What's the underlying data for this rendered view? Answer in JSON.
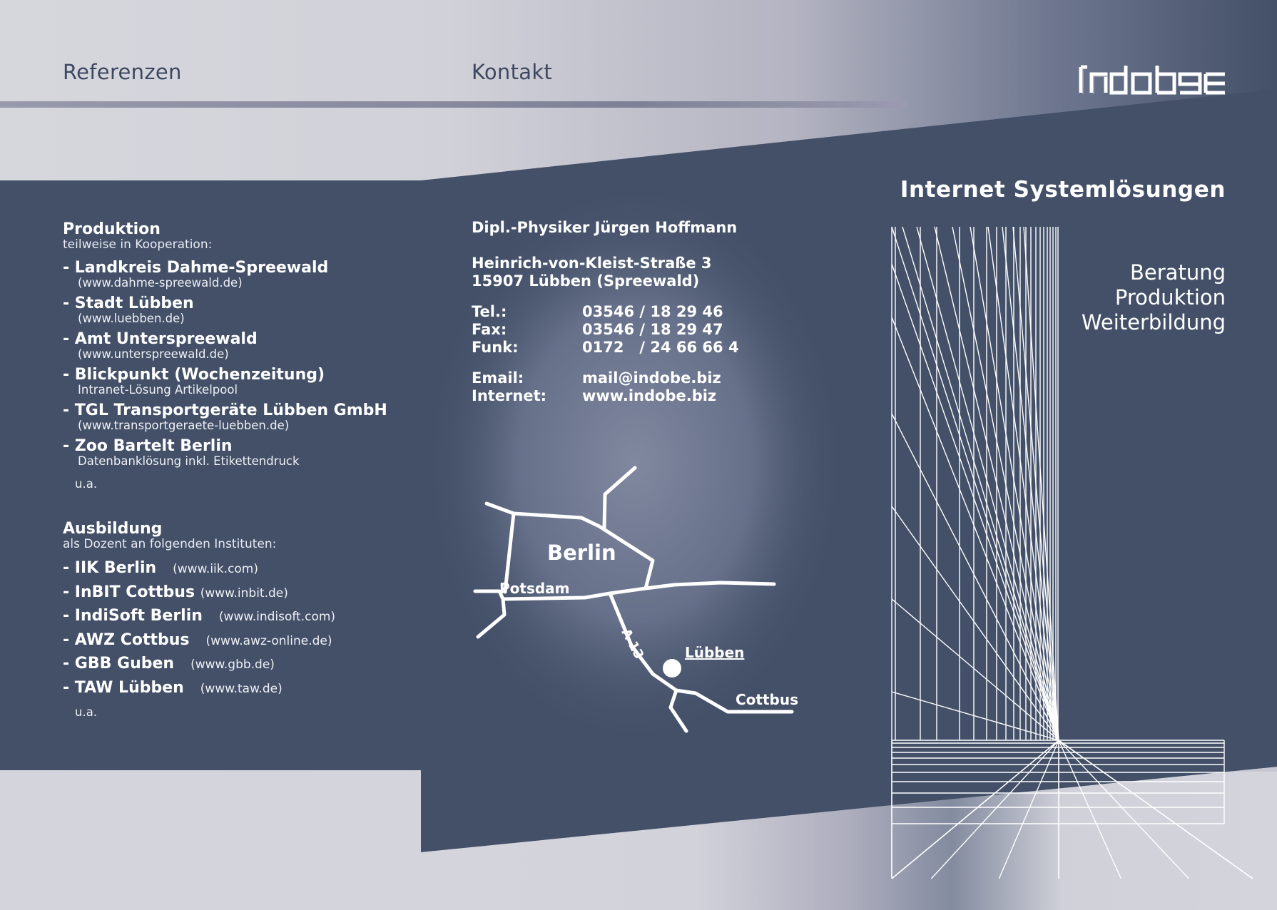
{
  "nav": {
    "left": "Referenzen",
    "middle": "Kontakt"
  },
  "logo": {
    "text": "indobe",
    "color": "#ffffff"
  },
  "colors": {
    "navy": "#435068",
    "light": "#d4d4dc",
    "white": "#ffffff"
  },
  "produktion": {
    "title": "Produktion",
    "subtitle": "teilweise in Kooperation:",
    "items": [
      {
        "name": "- Landkreis Dahme-Spreewald",
        "detail": "(www.dahme-spreewald.de)"
      },
      {
        "name": "- Stadt Lübben",
        "detail": "(www.luebben.de)"
      },
      {
        "name": "- Amt Unterspreewald",
        "detail": "(www.unterspreewald.de)"
      },
      {
        "name": "- Blickpunkt (Wochenzeitung)",
        "detail": "Intranet-Lösung Artikelpool"
      },
      {
        "name": "- TGL Transportgeräte Lübben GmbH",
        "detail": "(www.transportgeraete-luebben.de)"
      },
      {
        "name": "- Zoo Bartelt Berlin",
        "detail": "Datenbanklösung inkl. Etikettendruck"
      }
    ],
    "etc": "u.a."
  },
  "ausbildung": {
    "title": "Ausbildung",
    "subtitle": "als Dozent an folgenden Instituten:",
    "items": [
      {
        "name": "- IIK Berlin",
        "url": "(www.iik.com)"
      },
      {
        "name": "- InBIT Cottbus",
        "url": "(www.inbit.de)"
      },
      {
        "name": "- IndiSoft Berlin",
        "url": "(www.indisoft.com)"
      },
      {
        "name": "- AWZ Cottbus",
        "url": "(www.awz-online.de)"
      },
      {
        "name": "- GBB Guben",
        "url": "(www.gbb.de)"
      },
      {
        "name": "- TAW Lübben",
        "url": "(www.taw.de)"
      }
    ],
    "etc": "u.a."
  },
  "contact": {
    "name": "Dipl.-Physiker  Jürgen Hoffmann",
    "street": "Heinrich-von-Kleist-Straße 3",
    "city": "15907 Lübben (Spreewald)",
    "phones": [
      {
        "label": "Tel.:",
        "value": "03546 / 18 29 46"
      },
      {
        "label": "Fax:",
        "value": "03546 / 18 29 47"
      },
      {
        "label": "Funk:",
        "value": "0172   / 24 66 66 4"
      }
    ],
    "online": [
      {
        "label": "Email:",
        "value": "mail@indobe.biz"
      },
      {
        "label": "Internet:",
        "value": "www.indobe.biz"
      }
    ]
  },
  "map": {
    "berlin": "Berlin",
    "potsdam": "Potsdam",
    "highway": "A 13",
    "luebben": "Lübben",
    "cottbus": "Cottbus"
  },
  "tagline": "Internet Systemlösungen",
  "services": [
    "Beratung",
    "Produktion",
    "Weiterbildung"
  ]
}
